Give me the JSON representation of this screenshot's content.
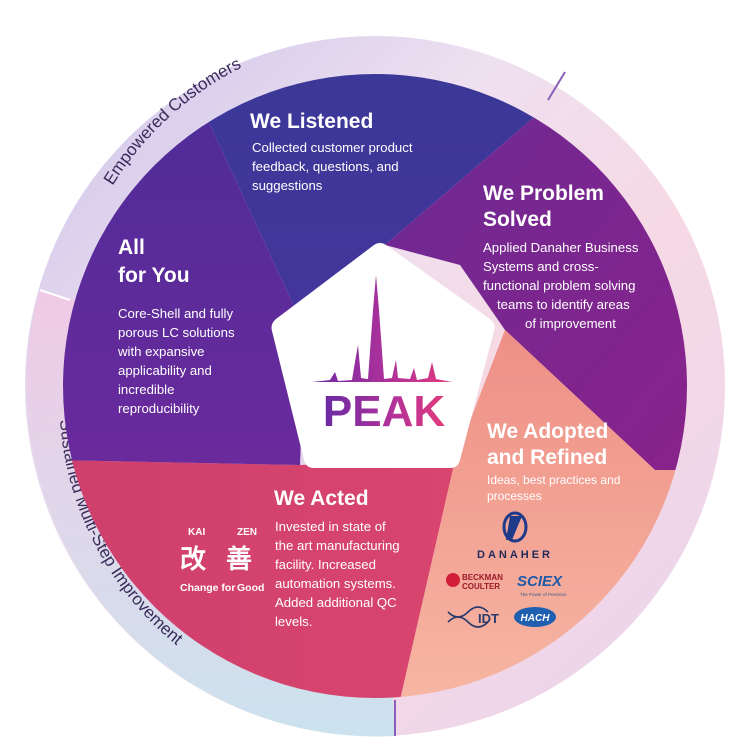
{
  "ring": {
    "top_label": "Empowered Customers",
    "bottom_label": "Sustained Multi-Step Improvement"
  },
  "center": {
    "logo_text": "PEAK"
  },
  "segments": {
    "listened": {
      "title": "We Listened",
      "body": [
        "Collected customer product",
        "feedback, questions, and",
        "suggestions"
      ],
      "color": "#3b3595"
    },
    "problem_solved": {
      "title": [
        "We Problem",
        "Solved"
      ],
      "body": [
        "Applied Danaher Business",
        "Systems and cross-",
        "functional problem solving",
        "teams to identify areas",
        "of improvement"
      ],
      "color": "#7a2690"
    },
    "adopted": {
      "title": [
        "We Adopted",
        "and Refined"
      ],
      "body": [
        "Ideas, best practices and",
        "processes"
      ],
      "color": "#f2a08c"
    },
    "acted": {
      "title": "We Acted",
      "body": [
        "Invested in state of",
        "the art manufacturing",
        "facility. Increased",
        "automation systems.",
        "Added additional QC",
        "levels."
      ],
      "color": "#d23f6c"
    },
    "all_for_you": {
      "title": [
        "All",
        "for You"
      ],
      "body": [
        "Core-Shell and fully",
        "porous LC solutions",
        "with expansive",
        "applicability and",
        "incredible",
        "reproducibility"
      ],
      "color": "#5a2a9a"
    }
  },
  "kaizen": {
    "kai": "KAI",
    "zen": "ZEN",
    "kanji_kai": "改",
    "kanji_zen": "善",
    "change_for": "Change for",
    "good": "Good"
  },
  "logos": {
    "danaher": "DANAHER",
    "beckman_line1": "BECKMAN",
    "beckman_line2": "COULTER",
    "sciex": "SCIEX",
    "sciex_tagline": "The Power of Precision",
    "idt": "IDT",
    "hach": "HACH"
  }
}
